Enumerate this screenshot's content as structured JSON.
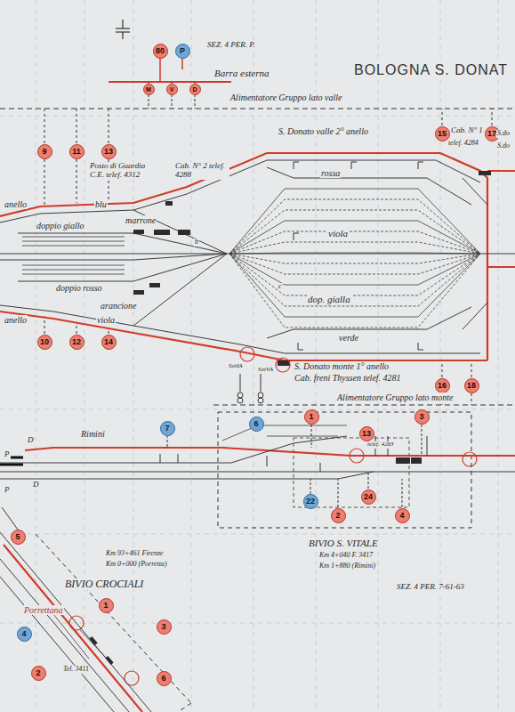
{
  "diagram": {
    "title": "BOLOGNA S. DONAT",
    "nodes": [
      {
        "text": [
          "80"
        ]
      },
      {
        "text": [
          "P"
        ]
      },
      {
        "text": [
          "M"
        ]
      },
      {
        "text": [
          "V"
        ]
      },
      {
        "text": [
          "D"
        ]
      },
      {
        "text": [
          "9"
        ]
      },
      {
        "text": [
          "11"
        ]
      },
      {
        "text": [
          "13"
        ]
      },
      {
        "text": [
          "15"
        ]
      },
      {
        "text": [
          "17"
        ]
      },
      {
        "text": [
          "10"
        ]
      },
      {
        "text": [
          "12"
        ]
      },
      {
        "text": [
          "14"
        ]
      },
      {
        "text": [
          "16"
        ]
      },
      {
        "text": [
          "18"
        ]
      },
      {
        "text": [
          "7"
        ]
      },
      {
        "text": [
          "6"
        ]
      },
      {
        "text": [
          "1"
        ]
      },
      {
        "text": [
          "3"
        ]
      },
      {
        "text": [
          "13"
        ]
      },
      {
        "text": [
          "22"
        ]
      },
      {
        "text": [
          "2"
        ]
      },
      {
        "text": [
          "24"
        ]
      },
      {
        "text": [
          "4"
        ]
      },
      {
        "text": [
          "5"
        ]
      },
      {
        "text": [
          "1"
        ]
      },
      {
        "text": [
          "3"
        ]
      },
      {
        "text": [
          "4"
        ]
      },
      {
        "text": [
          "2"
        ]
      },
      {
        "text": [
          "6"
        ]
      }
    ],
    "labels": [
      "SEZ. 4 PER. P.",
      "Barra esterna",
      "Alimentatore Gruppo lato valle",
      "S. Donato valle 2° anello",
      "Cab. N° 1",
      "telef. 4284",
      "S.do",
      "S.do",
      "Posto di Guardia C.E. telef. 4312",
      "Cab. N° 2 telef. 4288",
      "blu",
      "marrone",
      "rossa",
      "viola",
      "anello",
      "doppio giallo",
      "doppio rosso",
      "arancione",
      "viola",
      "dop. gialla",
      "verde",
      "anello",
      "b",
      "c",
      "S. Donato monte 1° anello",
      "Cab. freni Thyssen telef. 4281",
      "Alimentatore Gruppo lato monte",
      "SotIA",
      "SotVA",
      "Rimini",
      "D",
      "P",
      "D",
      "P",
      "telef. 4283",
      "BIVIO S. VITALE",
      "Km 4+040 F. 3417",
      "Km 1+880 (Rimini)",
      "SEZ. 4 PER. 7-61-63",
      "Km 93+461 Firenze",
      "Km 0+000 (Porretta)",
      "BIVIO CROCIALI",
      "Porrettana",
      "Tel. 3411"
    ]
  }
}
